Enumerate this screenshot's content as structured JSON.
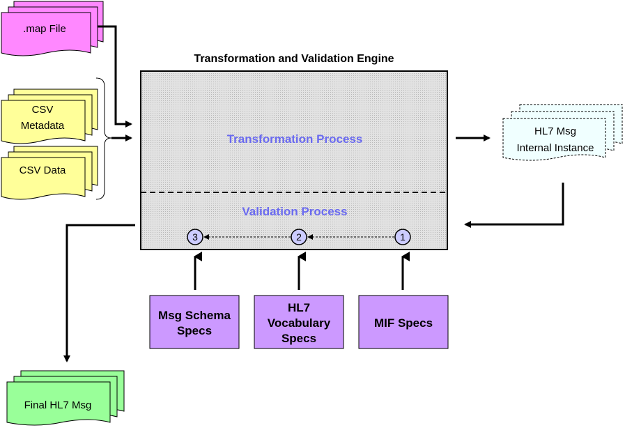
{
  "title": "Transformation and Validation Engine",
  "engine": {
    "transformation_label": "Transformation Process",
    "validation_label": "Validation Process",
    "steps": [
      "3",
      "2",
      "1"
    ]
  },
  "inputs": {
    "map_file": ".map File",
    "csv_metadata": [
      "CSV",
      "Metadata"
    ],
    "csv_data": "CSV Data"
  },
  "output_internal": [
    "HL7 Msg",
    "Internal Instance"
  ],
  "final_output": "Final HL7 Msg",
  "specs": [
    {
      "lines": [
        "Msg Schema",
        "Specs"
      ]
    },
    {
      "lines": [
        "HL7",
        "Vocabulary",
        "Specs"
      ]
    },
    {
      "lines": [
        "MIF Specs"
      ]
    }
  ],
  "colors": {
    "map_file": "#ff88ff",
    "csv": "#ffff99",
    "final": "#99ff99",
    "spec_box": "#cc99ff",
    "engine_fill": "#d9d9d9",
    "process_text": "#6a6af0"
  }
}
